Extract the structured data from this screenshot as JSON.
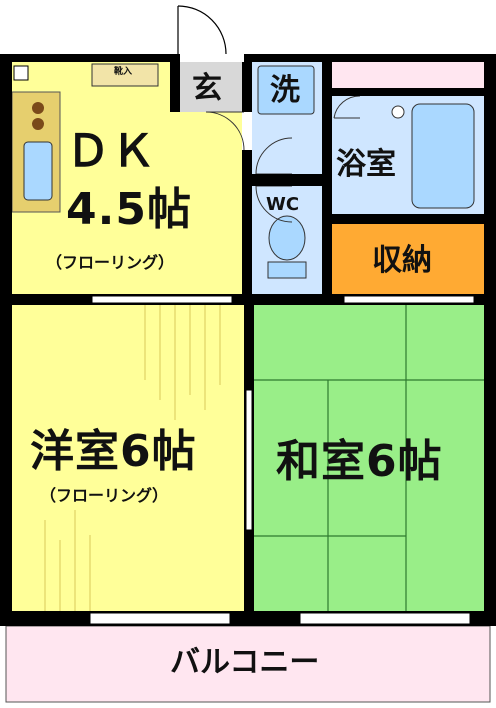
{
  "rooms": {
    "dk": {
      "label": "ＤＫ",
      "size": "4.5帖",
      "floor": "（フローリング）"
    },
    "western": {
      "label": "洋室6帖",
      "floor": "（フローリング）"
    },
    "japanese": {
      "label": "和室6帖"
    },
    "bath": {
      "label": "浴室"
    },
    "storage": {
      "label": "収納"
    },
    "wc": {
      "label": "WC"
    },
    "washroom": {
      "label": "洗"
    },
    "entrance": {
      "label": "玄"
    },
    "shoe_box": {
      "label": "靴入"
    },
    "balcony": {
      "label": "バルコニー"
    }
  },
  "colors": {
    "dk_floor": "#ffff99",
    "western_floor": "#ffff99",
    "tatami": "#99ee88",
    "wet_area": "#cfe6ff",
    "storage": "#ffaa33",
    "balcony": "#ffe6f0",
    "entrance": "#d8d8d8",
    "wall": "#000000"
  }
}
